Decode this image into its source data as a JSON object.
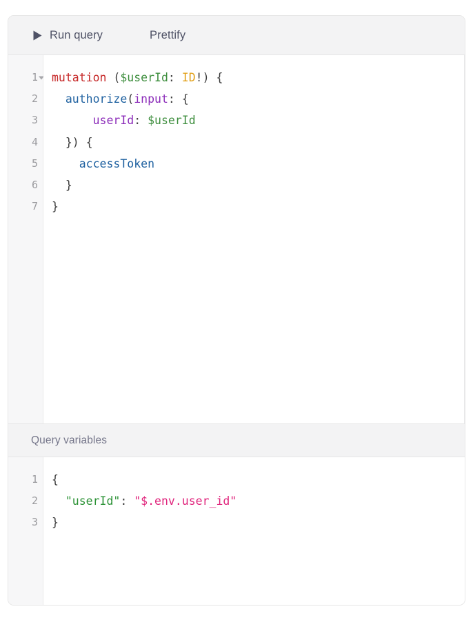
{
  "toolbar": {
    "run_query_label": "Run query",
    "prettify_label": "Prettify",
    "play_icon": "play-triangle-icon",
    "text_color": "#4e5165",
    "background": "#f3f3f4"
  },
  "query_editor": {
    "name": "graphql-query-editor",
    "line_numbers": [
      "1",
      "2",
      "3",
      "4",
      "5",
      "6",
      "7"
    ],
    "fold_on_line": "1",
    "lines": [
      {
        "number": "1",
        "text": "mutation ($userId: ID!) {",
        "tokens": [
          {
            "text": "mutation",
            "type": "keyword"
          },
          {
            "text": " (",
            "type": "punct"
          },
          {
            "text": "$userId",
            "type": "variable"
          },
          {
            "text": ": ",
            "type": "punct"
          },
          {
            "text": "ID",
            "type": "type"
          },
          {
            "text": "!) {",
            "type": "punct"
          }
        ]
      },
      {
        "number": "2",
        "text": "  authorize(input: {",
        "tokens": [
          {
            "text": "  ",
            "type": "plain"
          },
          {
            "text": "authorize",
            "type": "field"
          },
          {
            "text": "(",
            "type": "punct"
          },
          {
            "text": "input",
            "type": "attr"
          },
          {
            "text": ": {",
            "type": "punct"
          }
        ]
      },
      {
        "number": "3",
        "text": "      userId: $userId",
        "tokens": [
          {
            "text": "      ",
            "type": "plain"
          },
          {
            "text": "userId",
            "type": "attr"
          },
          {
            "text": ": ",
            "type": "punct"
          },
          {
            "text": "$userId",
            "type": "variable"
          }
        ]
      },
      {
        "number": "4",
        "text": "  }) {",
        "tokens": [
          {
            "text": "  }) {",
            "type": "punct"
          }
        ]
      },
      {
        "number": "5",
        "text": "    accessToken",
        "tokens": [
          {
            "text": "    ",
            "type": "plain"
          },
          {
            "text": "accessToken",
            "type": "field"
          }
        ]
      },
      {
        "number": "6",
        "text": "  }",
        "tokens": [
          {
            "text": "  }",
            "type": "punct"
          }
        ]
      },
      {
        "number": "7",
        "text": "}",
        "tokens": [
          {
            "text": "}",
            "type": "punct"
          }
        ]
      }
    ]
  },
  "query_variables": {
    "header_label": "Query variables",
    "name": "query-variables-editor",
    "line_numbers": [
      "1",
      "2",
      "3"
    ],
    "lines": [
      {
        "number": "1",
        "text": "{",
        "tokens": [
          {
            "text": "{",
            "type": "punct"
          }
        ]
      },
      {
        "number": "2",
        "text": "  \"userId\": \"$.env.user_id\"",
        "tokens": [
          {
            "text": "  ",
            "type": "plain"
          },
          {
            "text": "\"userId\"",
            "type": "jsonkey"
          },
          {
            "text": ": ",
            "type": "punct"
          },
          {
            "text": "\"$.env.user_id\"",
            "type": "jsonstr"
          }
        ]
      },
      {
        "number": "3",
        "text": "}",
        "tokens": [
          {
            "text": "}",
            "type": "punct"
          }
        ]
      }
    ]
  },
  "colors": {
    "panel_border": "#e6e6e6",
    "toolbar_bg": "#f3f3f4",
    "gutter_bg": "#f7f7f8",
    "gutter_text": "#9a9a9e",
    "keyword": "#c62828",
    "variable": "#3e8e3e",
    "type": "#e2a11a",
    "field": "#1f61a0",
    "attr": "#8b2bb9",
    "json_key": "#2a9134",
    "json_string": "#e0247c"
  }
}
